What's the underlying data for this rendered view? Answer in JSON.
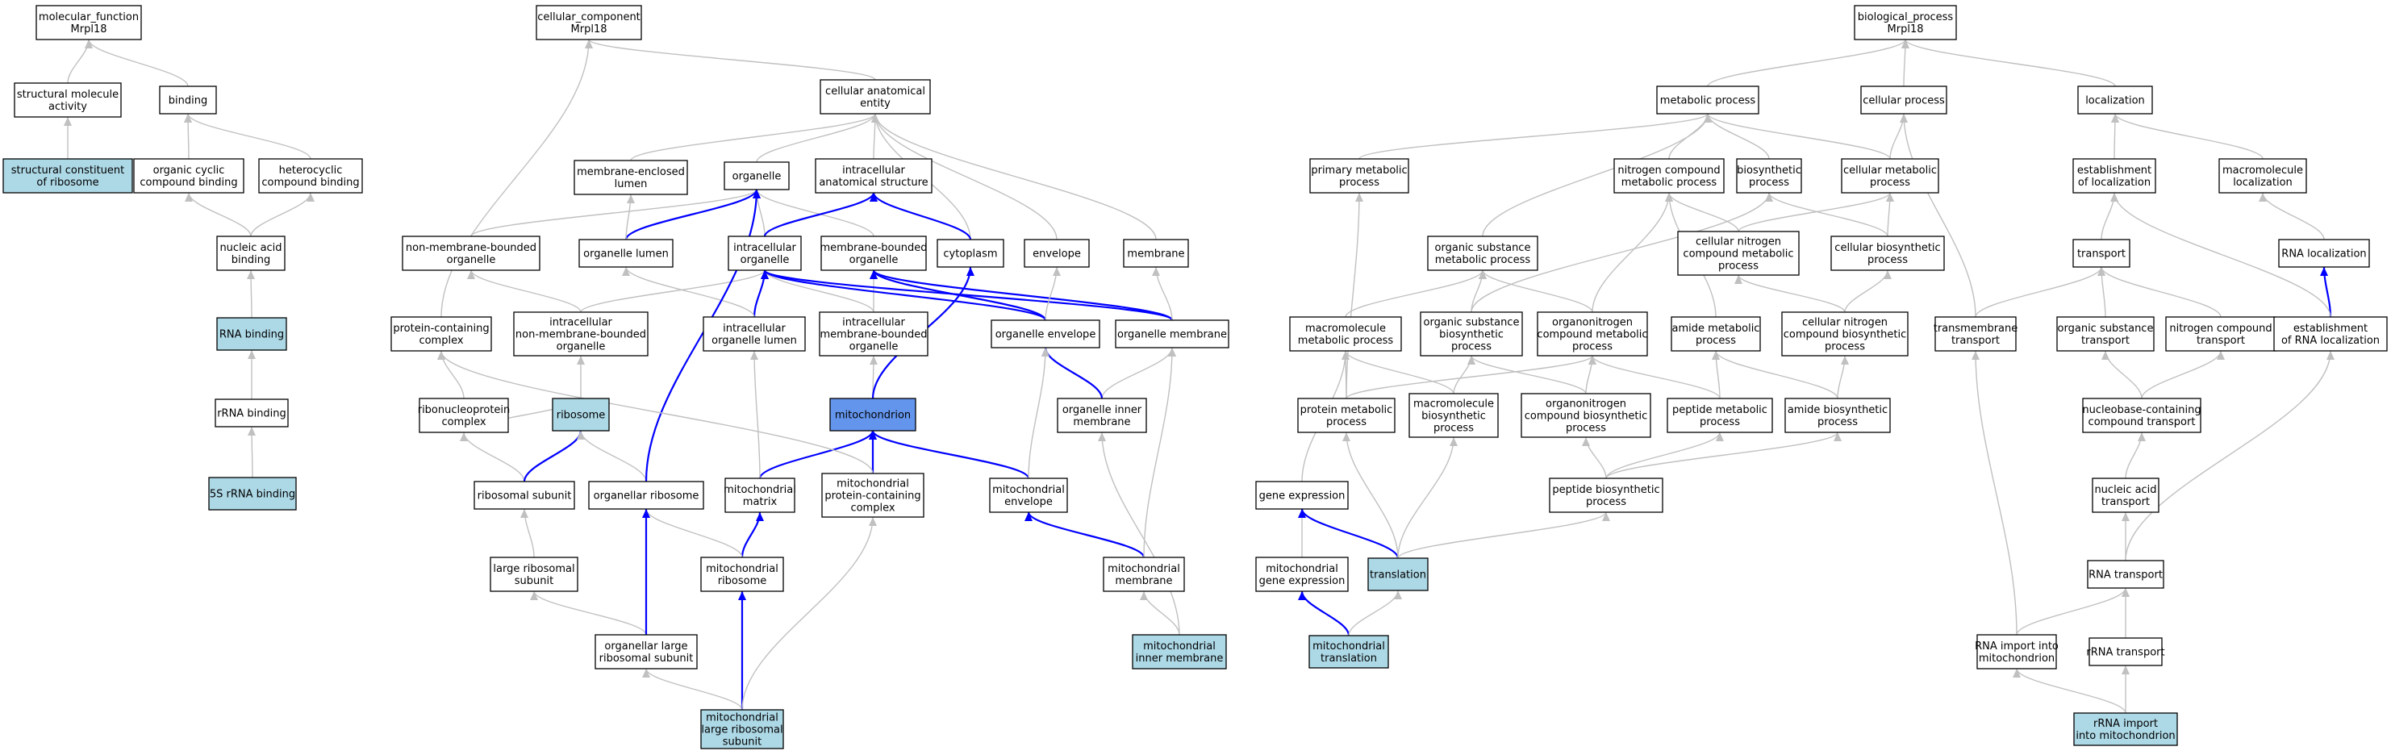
{
  "colors": {
    "default_fill": "#ffffff",
    "annotated_fill": "#add8e6",
    "focus_fill": "#6495ed",
    "grey_edge": "#c0c0c0",
    "blue_edge": "#0000ff"
  },
  "nodes": [
    {
      "id": "mf",
      "lines": [
        "molecular_function",
        "Mrpl18"
      ],
      "style": "default"
    },
    {
      "id": "smact",
      "lines": [
        "structural molecule",
        "activity"
      ],
      "style": "default"
    },
    {
      "id": "binding",
      "lines": [
        "binding"
      ],
      "style": "default"
    },
    {
      "id": "scr",
      "lines": [
        "structural constituent",
        "of ribosome"
      ],
      "style": "annotated"
    },
    {
      "id": "occb",
      "lines": [
        "organic cyclic",
        "compound binding"
      ],
      "style": "default"
    },
    {
      "id": "hccb",
      "lines": [
        "heterocyclic",
        "compound binding"
      ],
      "style": "default"
    },
    {
      "id": "nab",
      "lines": [
        "nucleic acid",
        "binding"
      ],
      "style": "default"
    },
    {
      "id": "rnab",
      "lines": [
        "RNA binding"
      ],
      "style": "annotated"
    },
    {
      "id": "rrnab",
      "lines": [
        "rRNA binding"
      ],
      "style": "default"
    },
    {
      "id": "r5s",
      "lines": [
        "5S rRNA binding"
      ],
      "style": "annotated"
    },
    {
      "id": "cc",
      "lines": [
        "cellular_component",
        "Mrpl18"
      ],
      "style": "default"
    },
    {
      "id": "cae",
      "lines": [
        "cellular anatomical",
        "entity"
      ],
      "style": "default"
    },
    {
      "id": "mel",
      "lines": [
        "membrane-enclosed",
        "lumen"
      ],
      "style": "default"
    },
    {
      "id": "org",
      "lines": [
        "organelle"
      ],
      "style": "default"
    },
    {
      "id": "ias",
      "lines": [
        "intracellular",
        "anatomical structure"
      ],
      "style": "default"
    },
    {
      "id": "nmbo",
      "lines": [
        "non-membrane-bounded",
        "organelle"
      ],
      "style": "default"
    },
    {
      "id": "orgl",
      "lines": [
        "organelle lumen"
      ],
      "style": "default"
    },
    {
      "id": "io",
      "lines": [
        "intracellular",
        "organelle"
      ],
      "style": "default"
    },
    {
      "id": "mbo",
      "lines": [
        "membrane-bounded",
        "organelle"
      ],
      "style": "default"
    },
    {
      "id": "cyto",
      "lines": [
        "cytoplasm"
      ],
      "style": "default"
    },
    {
      "id": "env",
      "lines": [
        "envelope"
      ],
      "style": "default"
    },
    {
      "id": "mem",
      "lines": [
        "membrane"
      ],
      "style": "default"
    },
    {
      "id": "pcc",
      "lines": [
        "protein-containing",
        "complex"
      ],
      "style": "default"
    },
    {
      "id": "inmbo",
      "lines": [
        "intracellular",
        "non-membrane-bounded",
        "organelle"
      ],
      "style": "default"
    },
    {
      "id": "iol",
      "lines": [
        "intracellular",
        "organelle lumen"
      ],
      "style": "default"
    },
    {
      "id": "imbo",
      "lines": [
        "intracellular",
        "membrane-bounded",
        "organelle"
      ],
      "style": "default"
    },
    {
      "id": "oenv",
      "lines": [
        "organelle envelope"
      ],
      "style": "default"
    },
    {
      "id": "omem",
      "lines": [
        "organelle membrane"
      ],
      "style": "default"
    },
    {
      "id": "rnpc",
      "lines": [
        "ribonucleoprotein",
        "complex"
      ],
      "style": "default"
    },
    {
      "id": "ribo",
      "lines": [
        "ribosome"
      ],
      "style": "annotated"
    },
    {
      "id": "mito",
      "lines": [
        "mitochondrion"
      ],
      "style": "focus"
    },
    {
      "id": "oim",
      "lines": [
        "organelle inner",
        "membrane"
      ],
      "style": "default"
    },
    {
      "id": "rsub",
      "lines": [
        "ribosomal subunit"
      ],
      "style": "default"
    },
    {
      "id": "oribo",
      "lines": [
        "organellar ribosome"
      ],
      "style": "default"
    },
    {
      "id": "mmat",
      "lines": [
        "mitochondrial",
        "matrix"
      ],
      "style": "default"
    },
    {
      "id": "mpcc",
      "lines": [
        "mitochondrial",
        "protein-containing",
        "complex"
      ],
      "style": "default"
    },
    {
      "id": "menv",
      "lines": [
        "mitochondrial",
        "envelope"
      ],
      "style": "default"
    },
    {
      "id": "lrsub",
      "lines": [
        "large ribosomal",
        "subunit"
      ],
      "style": "default"
    },
    {
      "id": "mribo",
      "lines": [
        "mitochondrial",
        "ribosome"
      ],
      "style": "default"
    },
    {
      "id": "mmem",
      "lines": [
        "mitochondrial",
        "membrane"
      ],
      "style": "default"
    },
    {
      "id": "olrs",
      "lines": [
        "organellar large",
        "ribosomal subunit"
      ],
      "style": "default"
    },
    {
      "id": "mim",
      "lines": [
        "mitochondrial",
        "inner membrane"
      ],
      "style": "annotated"
    },
    {
      "id": "mlrs",
      "lines": [
        "mitochondrial",
        "large ribosomal",
        "subunit"
      ],
      "style": "annotated"
    },
    {
      "id": "bp",
      "lines": [
        "biological_process",
        "Mrpl18"
      ],
      "style": "default"
    },
    {
      "id": "metp",
      "lines": [
        "metabolic process"
      ],
      "style": "default"
    },
    {
      "id": "cellp",
      "lines": [
        "cellular process"
      ],
      "style": "default"
    },
    {
      "id": "loc",
      "lines": [
        "localization"
      ],
      "style": "default"
    },
    {
      "id": "pmp",
      "lines": [
        "primary metabolic",
        "process"
      ],
      "style": "default"
    },
    {
      "id": "ncmp",
      "lines": [
        "nitrogen compound",
        "metabolic process"
      ],
      "style": "default"
    },
    {
      "id": "biosp",
      "lines": [
        "biosynthetic",
        "process"
      ],
      "style": "default"
    },
    {
      "id": "cmp",
      "lines": [
        "cellular metabolic",
        "process"
      ],
      "style": "default"
    },
    {
      "id": "eol",
      "lines": [
        "establishment",
        "of localization"
      ],
      "style": "default"
    },
    {
      "id": "mloc",
      "lines": [
        "macromolecule",
        "localization"
      ],
      "style": "default"
    },
    {
      "id": "osmp",
      "lines": [
        "organic substance",
        "metabolic process"
      ],
      "style": "default"
    },
    {
      "id": "cncmp",
      "lines": [
        "cellular nitrogen",
        "compound metabolic",
        "process"
      ],
      "style": "default"
    },
    {
      "id": "cbp",
      "lines": [
        "cellular biosynthetic",
        "process"
      ],
      "style": "default"
    },
    {
      "id": "transp",
      "lines": [
        "transport"
      ],
      "style": "default"
    },
    {
      "id": "rnaloc",
      "lines": [
        "RNA localization"
      ],
      "style": "default"
    },
    {
      "id": "macmp",
      "lines": [
        "macromolecule",
        "metabolic process"
      ],
      "style": "default"
    },
    {
      "id": "osbp",
      "lines": [
        "organic substance",
        "biosynthetic",
        "process"
      ],
      "style": "default"
    },
    {
      "id": "oncmp",
      "lines": [
        "organonitrogen",
        "compound metabolic",
        "process"
      ],
      "style": "default"
    },
    {
      "id": "amp",
      "lines": [
        "amide metabolic",
        "process"
      ],
      "style": "default"
    },
    {
      "id": "cncbp",
      "lines": [
        "cellular nitrogen",
        "compound biosynthetic",
        "process"
      ],
      "style": "default"
    },
    {
      "id": "tmt",
      "lines": [
        "transmembrane",
        "transport"
      ],
      "style": "default"
    },
    {
      "id": "ost",
      "lines": [
        "organic substance",
        "transport"
      ],
      "style": "default"
    },
    {
      "id": "nct",
      "lines": [
        "nitrogen compound",
        "transport"
      ],
      "style": "default"
    },
    {
      "id": "eorl",
      "lines": [
        "establishment",
        "of RNA localization"
      ],
      "style": "default"
    },
    {
      "id": "protmp",
      "lines": [
        "protein metabolic",
        "process"
      ],
      "style": "default"
    },
    {
      "id": "macbp",
      "lines": [
        "macromolecule",
        "biosynthetic",
        "process"
      ],
      "style": "default"
    },
    {
      "id": "oncbp",
      "lines": [
        "organonitrogen",
        "compound biosynthetic",
        "process"
      ],
      "style": "default"
    },
    {
      "id": "pepmp",
      "lines": [
        "peptide metabolic",
        "process"
      ],
      "style": "default"
    },
    {
      "id": "abp",
      "lines": [
        "amide biosynthetic",
        "process"
      ],
      "style": "default"
    },
    {
      "id": "nbct",
      "lines": [
        "nucleobase-containing",
        "compound transport"
      ],
      "style": "default"
    },
    {
      "id": "gexp",
      "lines": [
        "gene expression"
      ],
      "style": "default"
    },
    {
      "id": "pepbp",
      "lines": [
        "peptide biosynthetic",
        "process"
      ],
      "style": "default"
    },
    {
      "id": "nat",
      "lines": [
        "nucleic acid",
        "transport"
      ],
      "style": "default"
    },
    {
      "id": "mgexp",
      "lines": [
        "mitochondrial",
        "gene expression"
      ],
      "style": "default"
    },
    {
      "id": "transl",
      "lines": [
        "translation"
      ],
      "style": "annotated"
    },
    {
      "id": "rnat",
      "lines": [
        "RNA transport"
      ],
      "style": "default"
    },
    {
      "id": "mtransl",
      "lines": [
        "mitochondrial",
        "translation"
      ],
      "style": "annotated"
    },
    {
      "id": "rnaim",
      "lines": [
        "RNA import into",
        "mitochondrion"
      ],
      "style": "default"
    },
    {
      "id": "rrnat",
      "lines": [
        "rRNA transport"
      ],
      "style": "default"
    },
    {
      "id": "rrnaim",
      "lines": [
        "rRNA import",
        "into mitochondrion"
      ],
      "style": "annotated"
    }
  ],
  "edges": [
    [
      "smact",
      "mf",
      "grey"
    ],
    [
      "binding",
      "mf",
      "grey"
    ],
    [
      "scr",
      "smact",
      "grey"
    ],
    [
      "occb",
      "binding",
      "grey"
    ],
    [
      "hccb",
      "binding",
      "grey"
    ],
    [
      "nab",
      "occb",
      "grey"
    ],
    [
      "nab",
      "hccb",
      "grey"
    ],
    [
      "rnab",
      "nab",
      "grey"
    ],
    [
      "rrnab",
      "rnab",
      "grey"
    ],
    [
      "r5s",
      "rrnab",
      "grey"
    ],
    [
      "cae",
      "cc",
      "grey"
    ],
    [
      "pcc",
      "cc",
      "grey"
    ],
    [
      "mel",
      "cae",
      "grey"
    ],
    [
      "org",
      "cae",
      "grey"
    ],
    [
      "ias",
      "cae",
      "grey"
    ],
    [
      "cyto",
      "cae",
      "grey"
    ],
    [
      "env",
      "cae",
      "grey"
    ],
    [
      "mem",
      "cae",
      "grey"
    ],
    [
      "nmbo",
      "org",
      "grey"
    ],
    [
      "io",
      "org",
      "grey"
    ],
    [
      "mbo",
      "org",
      "grey"
    ],
    [
      "orgl",
      "org",
      "blue"
    ],
    [
      "orgl",
      "mel",
      "grey"
    ],
    [
      "io",
      "ias",
      "blue"
    ],
    [
      "cyto",
      "ias",
      "blue"
    ],
    [
      "inmbo",
      "nmbo",
      "grey"
    ],
    [
      "inmbo",
      "io",
      "grey"
    ],
    [
      "iol",
      "io",
      "blue"
    ],
    [
      "iol",
      "orgl",
      "grey"
    ],
    [
      "imbo",
      "io",
      "grey"
    ],
    [
      "imbo",
      "mbo",
      "grey"
    ],
    [
      "oenv",
      "io",
      "blue"
    ],
    [
      "omem",
      "io",
      "blue"
    ],
    [
      "oenv",
      "mbo",
      "blue"
    ],
    [
      "omem",
      "mbo",
      "blue"
    ],
    [
      "oenv",
      "env",
      "grey"
    ],
    [
      "omem",
      "mem",
      "grey"
    ],
    [
      "rnpc",
      "pcc",
      "grey"
    ],
    [
      "ribo",
      "inmbo",
      "grey"
    ],
    [
      "ribo",
      "rnpc",
      "grey"
    ],
    [
      "mito",
      "imbo",
      "grey"
    ],
    [
      "mito",
      "cyto",
      "blue"
    ],
    [
      "oim",
      "omem",
      "grey"
    ],
    [
      "oim",
      "oenv",
      "blue"
    ],
    [
      "rsub",
      "rnpc",
      "grey"
    ],
    [
      "rsub",
      "ribo",
      "blue"
    ],
    [
      "oribo",
      "ribo",
      "grey"
    ],
    [
      "oribo",
      "org",
      "blue"
    ],
    [
      "mmat",
      "mito",
      "blue"
    ],
    [
      "mmat",
      "iol",
      "grey"
    ],
    [
      "mpcc",
      "mito",
      "blue"
    ],
    [
      "mpcc",
      "pcc",
      "grey"
    ],
    [
      "menv",
      "mito",
      "blue"
    ],
    [
      "menv",
      "oenv",
      "grey"
    ],
    [
      "lrsub",
      "rsub",
      "grey"
    ],
    [
      "mribo",
      "mmat",
      "blue"
    ],
    [
      "mribo",
      "oribo",
      "grey"
    ],
    [
      "mmem",
      "menv",
      "blue"
    ],
    [
      "mmem",
      "omem",
      "grey"
    ],
    [
      "olrs",
      "lrsub",
      "grey"
    ],
    [
      "olrs",
      "oribo",
      "blue"
    ],
    [
      "mim",
      "mmem",
      "grey"
    ],
    [
      "mim",
      "oim",
      "grey"
    ],
    [
      "mlrs",
      "olrs",
      "grey"
    ],
    [
      "mlrs",
      "mribo",
      "blue"
    ],
    [
      "mlrs",
      "mpcc",
      "grey"
    ],
    [
      "metp",
      "bp",
      "grey"
    ],
    [
      "cellp",
      "bp",
      "grey"
    ],
    [
      "loc",
      "bp",
      "grey"
    ],
    [
      "pmp",
      "metp",
      "grey"
    ],
    [
      "ncmp",
      "metp",
      "grey"
    ],
    [
      "biosp",
      "metp",
      "grey"
    ],
    [
      "cmp",
      "metp",
      "grey"
    ],
    [
      "cmp",
      "cellp",
      "grey"
    ],
    [
      "eol",
      "loc",
      "grey"
    ],
    [
      "mloc",
      "loc",
      "grey"
    ],
    [
      "osmp",
      "metp",
      "grey"
    ],
    [
      "cncmp",
      "ncmp",
      "grey"
    ],
    [
      "cncmp",
      "cmp",
      "grey"
    ],
    [
      "cbp",
      "biosp",
      "grey"
    ],
    [
      "cbp",
      "cmp",
      "grey"
    ],
    [
      "transp",
      "eol",
      "grey"
    ],
    [
      "rnaloc",
      "mloc",
      "grey"
    ],
    [
      "macmp",
      "osmp",
      "grey"
    ],
    [
      "osbp",
      "osmp",
      "grey"
    ],
    [
      "osbp",
      "biosp",
      "grey"
    ],
    [
      "oncmp",
      "osmp",
      "grey"
    ],
    [
      "oncmp",
      "ncmp",
      "grey"
    ],
    [
      "amp",
      "ncmp",
      "grey"
    ],
    [
      "cncbp",
      "cncmp",
      "grey"
    ],
    [
      "cncbp",
      "cbp",
      "grey"
    ],
    [
      "tmt",
      "transp",
      "grey"
    ],
    [
      "tmt",
      "cellp",
      "grey"
    ],
    [
      "ost",
      "transp",
      "grey"
    ],
    [
      "nct",
      "transp",
      "grey"
    ],
    [
      "eorl",
      "rnaloc",
      "blue"
    ],
    [
      "eorl",
      "eol",
      "grey"
    ],
    [
      "protmp",
      "macmp",
      "grey"
    ],
    [
      "protmp",
      "pmp",
      "grey"
    ],
    [
      "protmp",
      "oncmp",
      "grey"
    ],
    [
      "macbp",
      "macmp",
      "grey"
    ],
    [
      "macbp",
      "osbp",
      "grey"
    ],
    [
      "oncbp",
      "oncmp",
      "grey"
    ],
    [
      "oncbp",
      "osbp",
      "grey"
    ],
    [
      "pepmp",
      "amp",
      "grey"
    ],
    [
      "pepmp",
      "oncmp",
      "grey"
    ],
    [
      "abp",
      "amp",
      "grey"
    ],
    [
      "abp",
      "cncbp",
      "grey"
    ],
    [
      "nbct",
      "ost",
      "grey"
    ],
    [
      "nbct",
      "nct",
      "grey"
    ],
    [
      "gexp",
      "macmp",
      "grey"
    ],
    [
      "pepbp",
      "pepmp",
      "grey"
    ],
    [
      "pepbp",
      "abp",
      "grey"
    ],
    [
      "pepbp",
      "oncbp",
      "grey"
    ],
    [
      "nat",
      "nbct",
      "grey"
    ],
    [
      "mgexp",
      "gexp",
      "grey"
    ],
    [
      "transl",
      "gexp",
      "blue"
    ],
    [
      "transl",
      "protmp",
      "grey"
    ],
    [
      "transl",
      "macbp",
      "grey"
    ],
    [
      "transl",
      "pepbp",
      "grey"
    ],
    [
      "rnat",
      "nat",
      "grey"
    ],
    [
      "rnat",
      "eorl",
      "grey"
    ],
    [
      "mtransl",
      "mgexp",
      "blue"
    ],
    [
      "mtransl",
      "transl",
      "grey"
    ],
    [
      "rnaim",
      "rnat",
      "grey"
    ],
    [
      "rnaim",
      "tmt",
      "grey"
    ],
    [
      "rrnat",
      "rnat",
      "grey"
    ],
    [
      "rrnaim",
      "rnaim",
      "grey"
    ],
    [
      "rrnaim",
      "rrnat",
      "grey"
    ]
  ]
}
